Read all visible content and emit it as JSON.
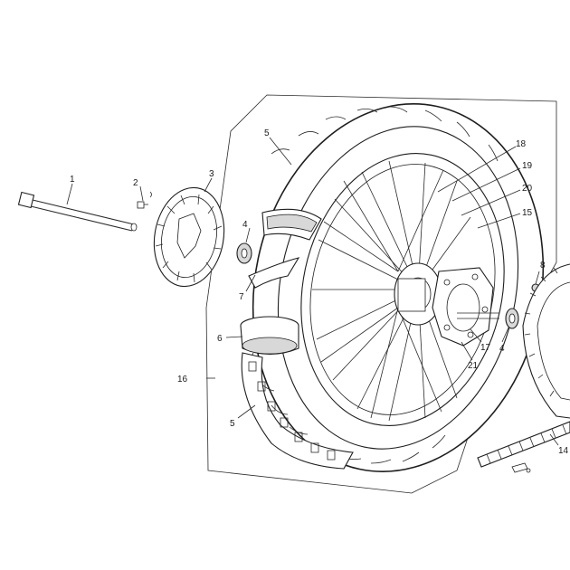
{
  "callouts": {
    "c1": "1",
    "c2": "2",
    "c3": "3",
    "c4_left": "4",
    "c4_right": "4",
    "c5_top": "5",
    "c5_bottom": "5",
    "c6": "6",
    "c7": "7",
    "c8": "8",
    "c14": "14",
    "c15": "15",
    "c16": "16",
    "c17": "17",
    "c18": "18",
    "c19": "19",
    "c20": "20",
    "c21": "21"
  },
  "colors": {
    "line": "#1e1e1e",
    "background": "#ffffff",
    "shading": "#d8d8d8"
  }
}
